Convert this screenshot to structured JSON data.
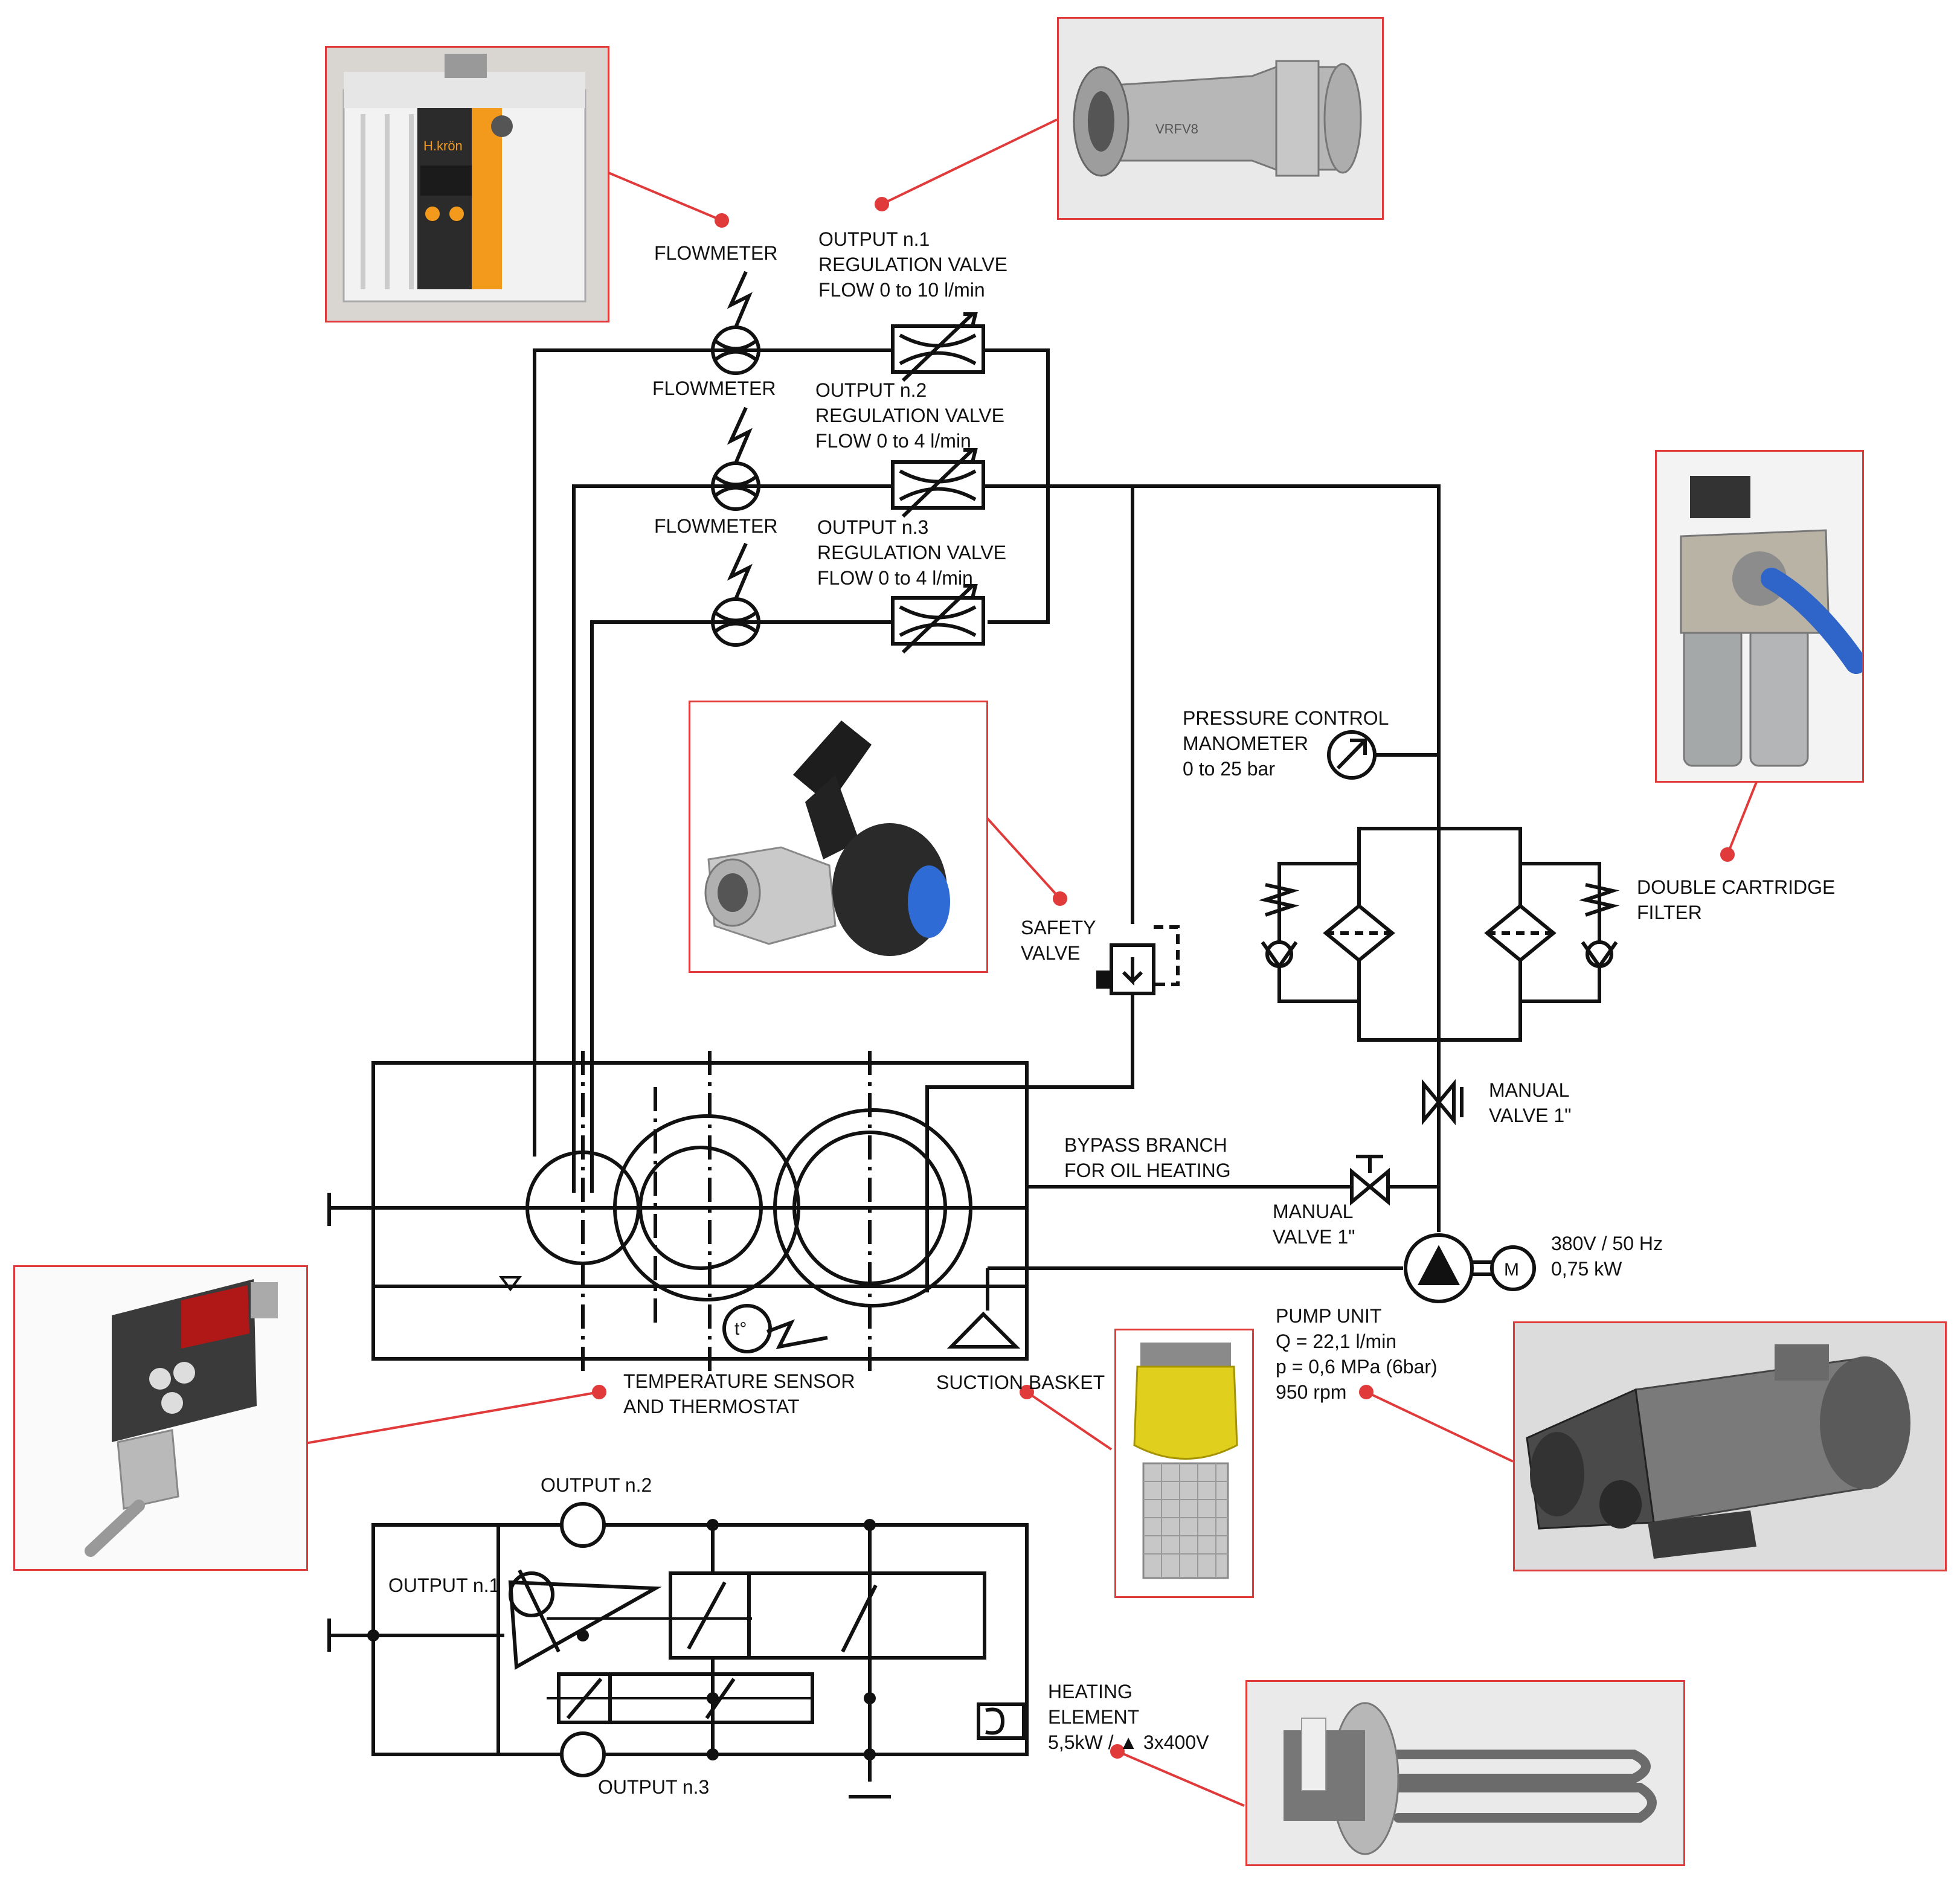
{
  "labels": {
    "flowmeter_1": "FLOWMETER",
    "flowmeter_2": "FLOWMETER",
    "flowmeter_3": "FLOWMETER",
    "output1_valve": [
      "OUTPUT n.1",
      "REGULATION VALVE",
      "FLOW 0 to 10 l/min"
    ],
    "output2_valve": [
      "OUTPUT n.2",
      "REGULATION VALVE",
      "FLOW 0 to 4 l/min"
    ],
    "output3_valve": [
      "OUTPUT n.3",
      "REGULATION VALVE",
      "FLOW 0 to 4 l/min"
    ],
    "pressure_manometer": [
      "PRESSURE CONTROL",
      "MANOMETER",
      "0 to 25 bar"
    ],
    "double_filter": [
      "DOUBLE CARTRIDGE",
      "FILTER"
    ],
    "safety_valve": [
      "SAFETY",
      "VALVE"
    ],
    "manual_valve_upper": [
      "MANUAL",
      "VALVE  1\""
    ],
    "bypass_branch": [
      "BYPASS BRANCH",
      "FOR OIL HEATING"
    ],
    "manual_valve_lower": [
      "MANUAL",
      "VALVE  1\""
    ],
    "motor": [
      "380V / 50 Hz",
      "0,75 kW"
    ],
    "motor_symbol": "M",
    "pump_unit": [
      "PUMP UNIT",
      "Q = 22,1 l/min",
      "p = 0,6 MPa (6bar)",
      "950 rpm"
    ],
    "temp_sensor": [
      "TEMPERATURE SENSOR",
      "AND THERMOSTAT"
    ],
    "temp_symbol": "t°",
    "suction_basket": "SUCTION BASKET",
    "output_n2": "OUTPUT n.2",
    "output_n1": "OUTPUT n.1",
    "output_n3": "OUTPUT n.3",
    "heating_element": [
      "HEATING",
      "ELEMENT",
      "5,5kW / ▲ 3x400V"
    ]
  },
  "photo_text": {
    "flowmeter_brand": "H.krön",
    "valve_marking": "VRFV8"
  },
  "colors": {
    "line": "#111111",
    "callout": "#e03a3a",
    "photo_border": "#e03a3a"
  }
}
